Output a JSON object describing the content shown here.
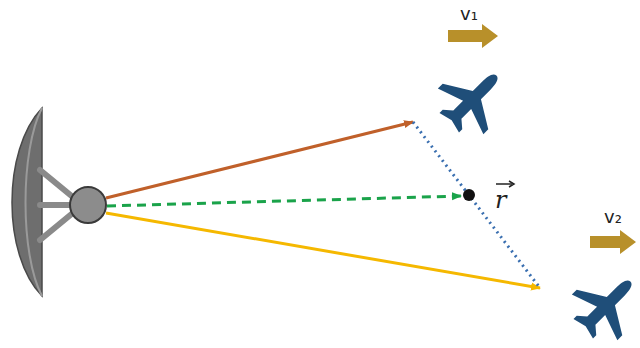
{
  "diagram": {
    "labels": [
      "v₁",
      "v₂",
      "r"
    ]
  }
}
